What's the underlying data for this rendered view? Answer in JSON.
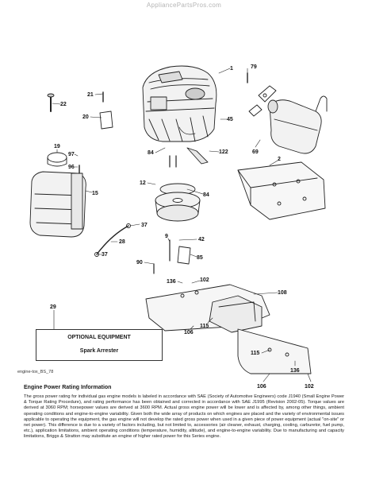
{
  "watermark": "AppliancePartsPros.com",
  "callouts": [
    {
      "id": "c1",
      "label": "1"
    },
    {
      "id": "c79",
      "label": "79"
    },
    {
      "id": "c21",
      "label": "21"
    },
    {
      "id": "c22",
      "label": "22"
    },
    {
      "id": "c20",
      "label": "20"
    },
    {
      "id": "c45",
      "label": "45"
    },
    {
      "id": "c69",
      "label": "69"
    },
    {
      "id": "c84a",
      "label": "84"
    },
    {
      "id": "c122",
      "label": "122"
    },
    {
      "id": "c2",
      "label": "2"
    },
    {
      "id": "c19",
      "label": "19"
    },
    {
      "id": "c97",
      "label": "97"
    },
    {
      "id": "c96",
      "label": "96"
    },
    {
      "id": "c15",
      "label": "15"
    },
    {
      "id": "c12",
      "label": "12"
    },
    {
      "id": "c84b",
      "label": "84"
    },
    {
      "id": "c37a",
      "label": "37"
    },
    {
      "id": "c28",
      "label": "28"
    },
    {
      "id": "c37b",
      "label": "37"
    },
    {
      "id": "c9",
      "label": "9"
    },
    {
      "id": "c42",
      "label": "42"
    },
    {
      "id": "c90",
      "label": "90"
    },
    {
      "id": "c85",
      "label": "85"
    },
    {
      "id": "c136a",
      "label": "136"
    },
    {
      "id": "c102a",
      "label": "102"
    },
    {
      "id": "c108",
      "label": "108"
    },
    {
      "id": "c29",
      "label": "29"
    },
    {
      "id": "c115a",
      "label": "115"
    },
    {
      "id": "c106a",
      "label": "106"
    },
    {
      "id": "c115b",
      "label": "115"
    },
    {
      "id": "c136b",
      "label": "136"
    },
    {
      "id": "c106b",
      "label": "106"
    },
    {
      "id": "c102b",
      "label": "102"
    }
  ],
  "optional_box": {
    "title": "OPTIONAL EQUIPMENT",
    "item": "Spark Arrester"
  },
  "file_ref": "engine-tox_BS_78",
  "info": {
    "title": "Engine Power Rating Information",
    "body": "The gross power rating for individual gas engine models is labeled in accordance with SAE (Society of Automotive Engineers) code J1940 (Small Engine Power & Torque Rating Procedure), and rating performance has been obtained and corrected in accordance with SAE J1995 (Revision 2002-05). Torque values are derived at 3060 RPM; horsepower values are derived at 3600 RPM. Actual gross engine power will be lower and is affected by, among other things, ambient operating conditions and engine-to-engine variability. Given both the wide array of products on which engines are placed and the variety of environmental issues applicable to operating the equipment, the gas engine will not develop the rated gross power when used in a given piece of power equipment (actual \"on-site\" or net power). This difference is due to a variety of factors including, but not limited to, accessories (air cleaner, exhaust, charging, cooling, carburetor, fuel pump, etc.), application limitations, ambient operating conditions (temperature, humidity, altitude), and engine-to-engine variability. Due to manufacturing and capacity limitations, Briggs & Stratton may substitute an engine of higher rated power for this Series engine."
  }
}
